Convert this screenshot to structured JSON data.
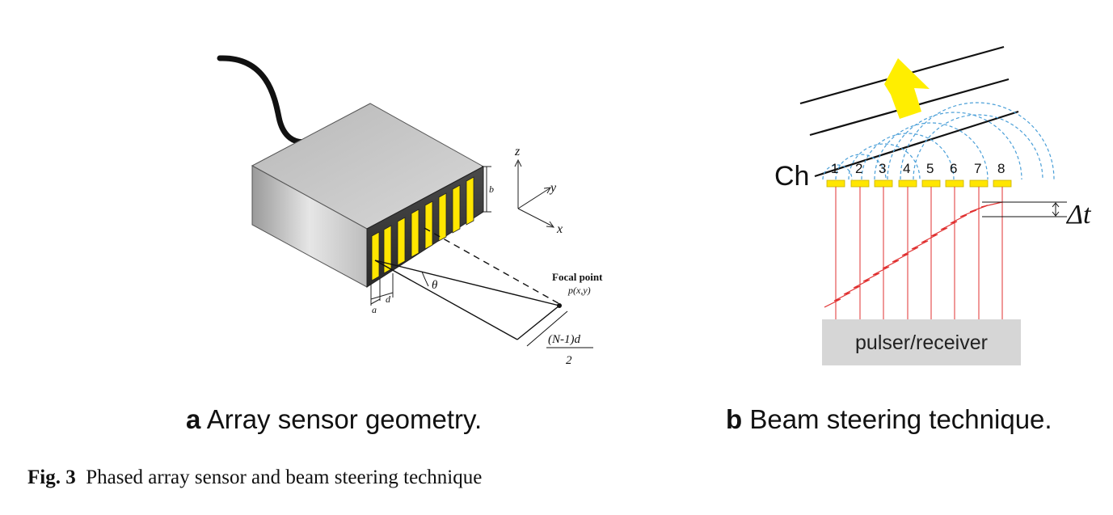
{
  "panel_a": {
    "caption_letter": "a",
    "caption_text": "Array sensor geometry.",
    "axis_z": "z",
    "axis_y": "y",
    "axis_x": "x",
    "dim_b": "b",
    "dim_a": "a",
    "dim_d": "d",
    "theta": "θ",
    "focal_title": "Focal point",
    "focal_coord": "p(x,y)",
    "offset_numerator": "(N-1)d",
    "offset_denominator": "2"
  },
  "panel_b": {
    "caption_letter": "b",
    "caption_text": "Beam steering technique.",
    "ch_label": "Ch",
    "channels": [
      "1",
      "2",
      "3",
      "4",
      "5",
      "6",
      "7",
      "8"
    ],
    "delta_t": "Δt",
    "pulser_label": "pulser/receiver"
  },
  "figure_caption": {
    "label": "Fig. 3",
    "text": "Phased array sensor and beam steering technique"
  },
  "colors": {
    "element_yellow": "#ffe600",
    "arrow_yellow": "#ffee00",
    "wave_blue": "#4a9fd8",
    "signal_red": "#e03030",
    "box_gray": "#d6d6d6"
  }
}
